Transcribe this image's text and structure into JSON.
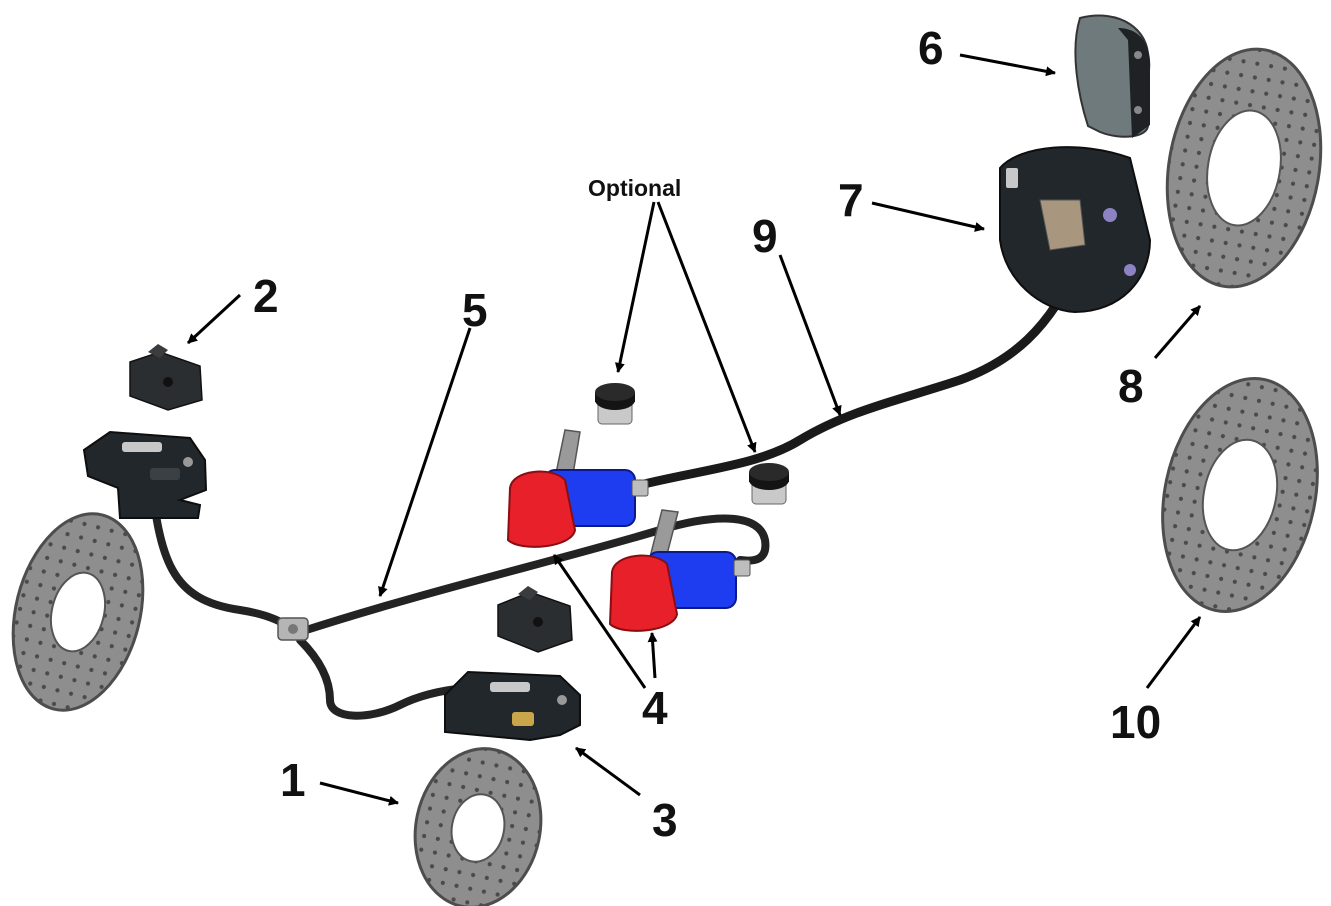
{
  "callouts": {
    "c1": "1",
    "c2": "2",
    "c3": "3",
    "c4": "4",
    "c5": "5",
    "c6": "6",
    "c7": "7",
    "c8": "8",
    "c9": "9",
    "c10": "10"
  },
  "optional_label": "Optional",
  "colors": {
    "background": "#ffffff",
    "text": "#111111",
    "caliper": "#22272b",
    "hose": "#1a1a1a",
    "disc": "#8c8c8c",
    "master_cylinder_cap": "#e8202a",
    "master_cylinder_body": "#1f3df0",
    "pad_friction": "#6f7a7c",
    "reservoir_cap": "#141414"
  }
}
